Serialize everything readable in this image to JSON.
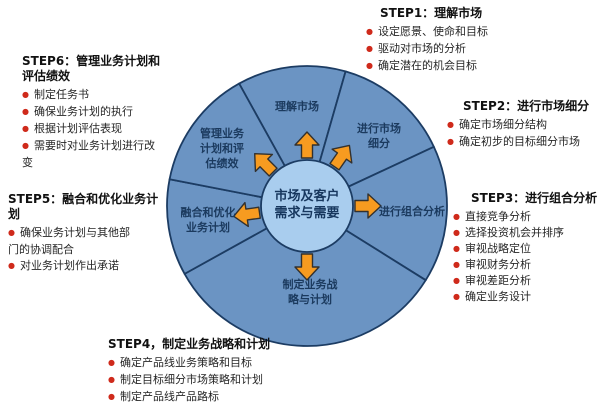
{
  "diagram": {
    "center_label": "市场及客户需求与需要",
    "wedges": [
      {
        "label": "理解市场"
      },
      {
        "label": "进行市场细分"
      },
      {
        "label": "进行组合分析"
      },
      {
        "label": "制定业务战略与计划"
      },
      {
        "label": "融合和优化业务计划"
      },
      {
        "label": "管理业务计划和评估绩效"
      }
    ],
    "colors": {
      "ring": "#6b94c3",
      "hub": "#a9cdee",
      "outline": "#1c3c63",
      "arrow": "#f79b20",
      "bullet": "#cf2a1b"
    }
  },
  "steps": [
    {
      "title": "STEP1：理解市场",
      "bullets": [
        "设定愿景、使命和目标",
        "驱动对市场的分析",
        "确定潜在的机会目标"
      ]
    },
    {
      "title": "STEP2：进行市场细分",
      "bullets": [
        "确定市场细分结构",
        "确定初步的目标细分市场"
      ]
    },
    {
      "title": "STEP3：进行组合分析",
      "bullets": [
        "直接竞争分析",
        "选择投资机会并排序",
        "审视战略定位",
        "审视财务分析",
        "审视差距分析",
        "确定业务设计"
      ]
    },
    {
      "title": "STEP4，制定业务战略和计划",
      "bullets": [
        "确定产品线业务策略和目标",
        "制定目标细分市场策略和计划",
        "制定产品线产品路标"
      ]
    },
    {
      "title": "STEP5：融合和优化业务计划",
      "bullets": [
        "确保业务计划与其他部门的协调配合",
        "对业务计划作出承诺"
      ]
    },
    {
      "title": "STEP6：管理业务计划和评估绩效",
      "bullets": [
        "制定任务书",
        "确保业务计划的执行",
        "根据计划评估表现",
        "需要时对业务计划进行改变"
      ]
    }
  ]
}
